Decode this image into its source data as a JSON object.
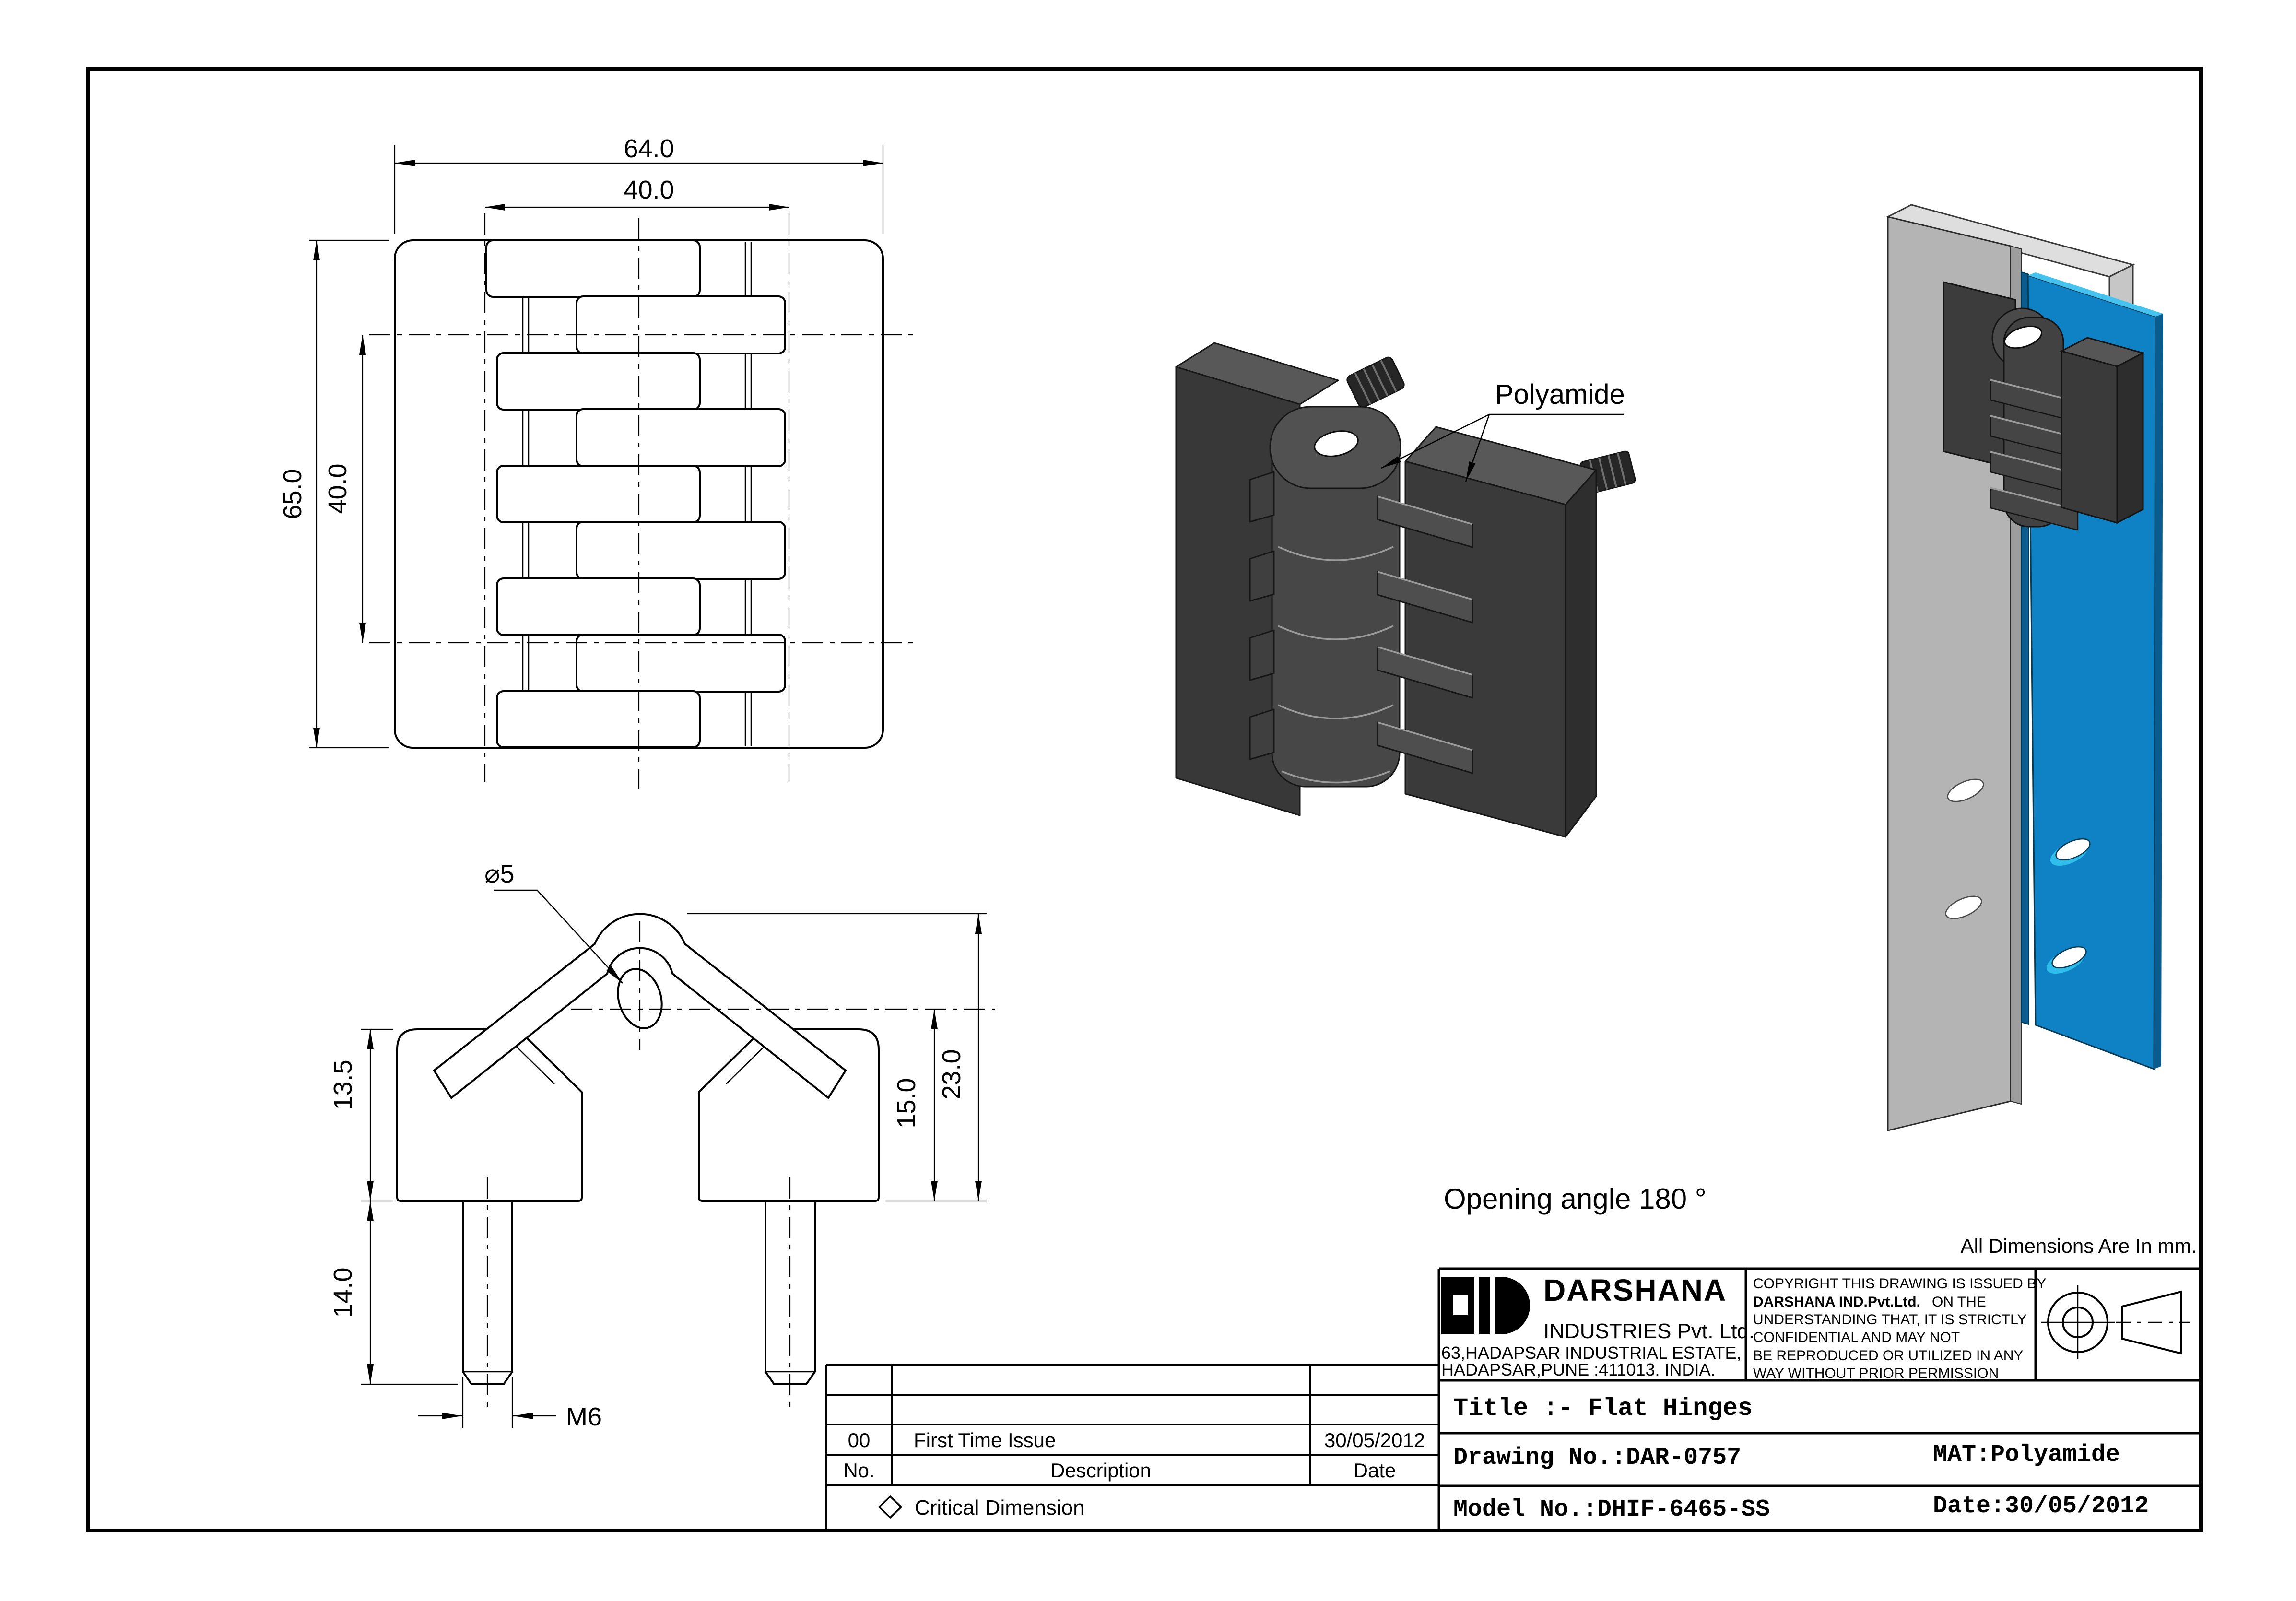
{
  "sheet": {
    "units_note": "All Dimensions Are In mm.",
    "opening_angle_note": "Opening angle 180 °"
  },
  "front_view": {
    "dim_width_outer": "64.0",
    "dim_width_inner": "40.0",
    "dim_height_outer": "65.0",
    "dim_height_inner": "40.0"
  },
  "side_view": {
    "dim_hole": "⌀5",
    "dim_body_height": "13.5",
    "dim_stud_length": "14.0",
    "dim_thread": "M6",
    "dim_leaf_height": "15.0",
    "dim_total_height": "23.0"
  },
  "iso_view": {
    "material_label": "Polyamide"
  },
  "title_block": {
    "company": {
      "name": "DARSHANA",
      "subname": "INDUSTRIES Pvt. Ltd.",
      "address1": "63,HADAPSAR INDUSTRIAL ESTATE,",
      "address2": "HADAPSAR,PUNE :411013. INDIA."
    },
    "copyright": {
      "line1": "COPYRIGHT THIS DRAWING IS ISSUED BY",
      "line2_bold": "DARSHANA IND.Pvt.Ltd.",
      "line2_rest": "ON THE",
      "line3": "UNDERSTANDING THAT, IT IS STRICTLY",
      "line4": "CONFIDENTIAL AND MAY NOT",
      "line5": "BE REPRODUCED OR UTILIZED IN ANY",
      "line6": "WAY WITHOUT PRIOR PERMISSION"
    },
    "title": "Title :- Flat Hinges",
    "drawing_no": "Drawing No.:DAR-0757",
    "material": "MAT:Polyamide",
    "model_no": "Model No.:DHIF-6465-SS",
    "date": "Date:30/05/2012"
  },
  "revision_table": {
    "headers": {
      "no": "No.",
      "description": "Description",
      "date": "Date"
    },
    "rows": [
      {
        "no": "00",
        "description": "First Time Issue",
        "date": "30/05/2012"
      }
    ],
    "critical_note": "Critical Dimension"
  },
  "colors": {
    "panel_blue": "#0e82c4",
    "panel_blue_edge": "#0a5c8e",
    "panel_blue_highlight": "#45c2ee",
    "panel_gray": "#b4b4b4",
    "hinge_dark": "#3a3a3a",
    "line": "#000000"
  }
}
